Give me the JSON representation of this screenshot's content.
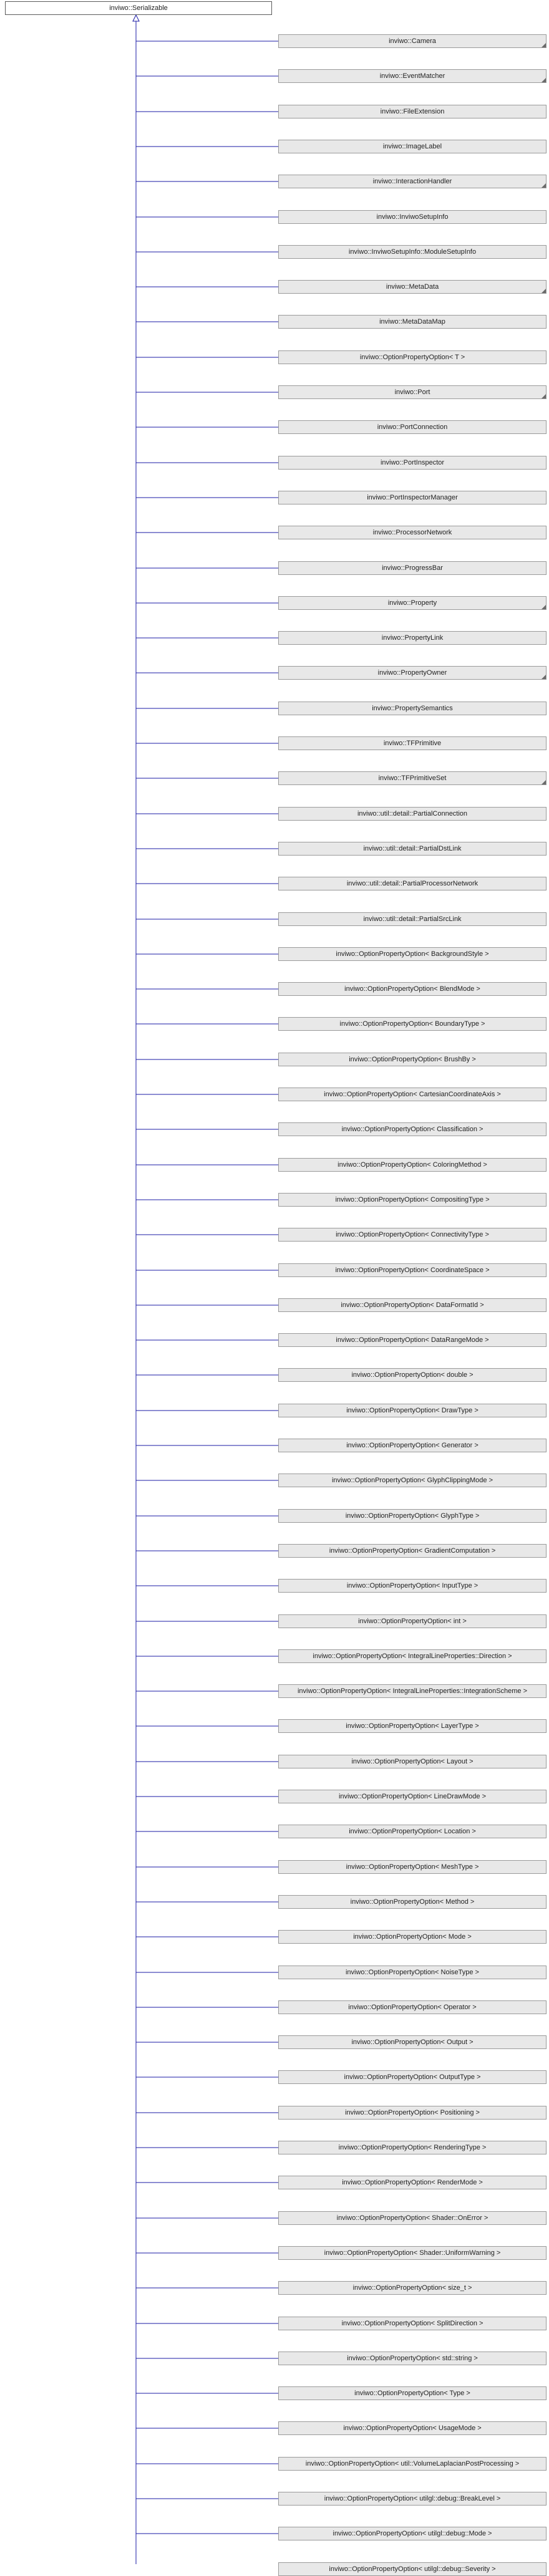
{
  "root": {
    "label": "inviwo::Serializable"
  },
  "children": [
    {
      "label": "inviwo::Camera",
      "has_children": true
    },
    {
      "label": "inviwo::EventMatcher",
      "has_children": true
    },
    {
      "label": "inviwo::FileExtension",
      "has_children": false
    },
    {
      "label": "inviwo::ImageLabel",
      "has_children": false
    },
    {
      "label": "inviwo::InteractionHandler",
      "has_children": true
    },
    {
      "label": "inviwo::InviwoSetupInfo",
      "has_children": false
    },
    {
      "label": "inviwo::InviwoSetupInfo::ModuleSetupInfo",
      "has_children": false
    },
    {
      "label": "inviwo::MetaData",
      "has_children": true
    },
    {
      "label": "inviwo::MetaDataMap",
      "has_children": false
    },
    {
      "label": "inviwo::OptionPropertyOption< T >",
      "has_children": false
    },
    {
      "label": "inviwo::Port",
      "has_children": true
    },
    {
      "label": "inviwo::PortConnection",
      "has_children": false
    },
    {
      "label": "inviwo::PortInspector",
      "has_children": false
    },
    {
      "label": "inviwo::PortInspectorManager",
      "has_children": false
    },
    {
      "label": "inviwo::ProcessorNetwork",
      "has_children": false
    },
    {
      "label": "inviwo::ProgressBar",
      "has_children": false
    },
    {
      "label": "inviwo::Property",
      "has_children": true
    },
    {
      "label": "inviwo::PropertyLink",
      "has_children": false
    },
    {
      "label": "inviwo::PropertyOwner",
      "has_children": true
    },
    {
      "label": "inviwo::PropertySemantics",
      "has_children": false
    },
    {
      "label": "inviwo::TFPrimitive",
      "has_children": false
    },
    {
      "label": "inviwo::TFPrimitiveSet",
      "has_children": true
    },
    {
      "label": "inviwo::util::detail::PartialConnection",
      "has_children": false
    },
    {
      "label": "inviwo::util::detail::PartialDstLink",
      "has_children": false
    },
    {
      "label": "inviwo::util::detail::PartialProcessorNetwork",
      "has_children": false
    },
    {
      "label": "inviwo::util::detail::PartialSrcLink",
      "has_children": false
    },
    {
      "label": "inviwo::OptionPropertyOption< BackgroundStyle >",
      "has_children": false
    },
    {
      "label": "inviwo::OptionPropertyOption< BlendMode >",
      "has_children": false
    },
    {
      "label": "inviwo::OptionPropertyOption< BoundaryType >",
      "has_children": false
    },
    {
      "label": "inviwo::OptionPropertyOption< BrushBy >",
      "has_children": false
    },
    {
      "label": "inviwo::OptionPropertyOption< CartesianCoordinateAxis >",
      "has_children": false
    },
    {
      "label": "inviwo::OptionPropertyOption< Classification >",
      "has_children": false
    },
    {
      "label": "inviwo::OptionPropertyOption< ColoringMethod >",
      "has_children": false
    },
    {
      "label": "inviwo::OptionPropertyOption< CompositingType >",
      "has_children": false
    },
    {
      "label": "inviwo::OptionPropertyOption< ConnectivityType >",
      "has_children": false
    },
    {
      "label": "inviwo::OptionPropertyOption< CoordinateSpace >",
      "has_children": false
    },
    {
      "label": "inviwo::OptionPropertyOption< DataFormatId >",
      "has_children": false
    },
    {
      "label": "inviwo::OptionPropertyOption< DataRangeMode >",
      "has_children": false
    },
    {
      "label": "inviwo::OptionPropertyOption< double >",
      "has_children": false
    },
    {
      "label": "inviwo::OptionPropertyOption< DrawType >",
      "has_children": false
    },
    {
      "label": "inviwo::OptionPropertyOption< Generator >",
      "has_children": false
    },
    {
      "label": "inviwo::OptionPropertyOption< GlyphClippingMode >",
      "has_children": false
    },
    {
      "label": "inviwo::OptionPropertyOption< GlyphType >",
      "has_children": false
    },
    {
      "label": "inviwo::OptionPropertyOption< GradientComputation >",
      "has_children": false
    },
    {
      "label": "inviwo::OptionPropertyOption< InputType >",
      "has_children": false
    },
    {
      "label": "inviwo::OptionPropertyOption< int >",
      "has_children": false
    },
    {
      "label": "inviwo::OptionPropertyOption< IntegralLineProperties::Direction >",
      "has_children": false
    },
    {
      "label": "inviwo::OptionPropertyOption< IntegralLineProperties::IntegrationScheme >",
      "has_children": false
    },
    {
      "label": "inviwo::OptionPropertyOption< LayerType >",
      "has_children": false
    },
    {
      "label": "inviwo::OptionPropertyOption< Layout >",
      "has_children": false
    },
    {
      "label": "inviwo::OptionPropertyOption< LineDrawMode >",
      "has_children": false
    },
    {
      "label": "inviwo::OptionPropertyOption< Location >",
      "has_children": false
    },
    {
      "label": "inviwo::OptionPropertyOption< MeshType >",
      "has_children": false
    },
    {
      "label": "inviwo::OptionPropertyOption< Method >",
      "has_children": false
    },
    {
      "label": "inviwo::OptionPropertyOption< Mode >",
      "has_children": false
    },
    {
      "label": "inviwo::OptionPropertyOption< NoiseType >",
      "has_children": false
    },
    {
      "label": "inviwo::OptionPropertyOption< Operator >",
      "has_children": false
    },
    {
      "label": "inviwo::OptionPropertyOption< Output >",
      "has_children": false
    },
    {
      "label": "inviwo::OptionPropertyOption< OutputType >",
      "has_children": false
    },
    {
      "label": "inviwo::OptionPropertyOption< Positioning >",
      "has_children": false
    },
    {
      "label": "inviwo::OptionPropertyOption< RenderingType >",
      "has_children": false
    },
    {
      "label": "inviwo::OptionPropertyOption< RenderMode >",
      "has_children": false
    },
    {
      "label": "inviwo::OptionPropertyOption< Shader::OnError >",
      "has_children": false
    },
    {
      "label": "inviwo::OptionPropertyOption< Shader::UniformWarning >",
      "has_children": false
    },
    {
      "label": "inviwo::OptionPropertyOption< size_t >",
      "has_children": false
    },
    {
      "label": "inviwo::OptionPropertyOption< SplitDirection >",
      "has_children": false
    },
    {
      "label": "inviwo::OptionPropertyOption< std::string >",
      "has_children": false
    },
    {
      "label": "inviwo::OptionPropertyOption< Type >",
      "has_children": false
    },
    {
      "label": "inviwo::OptionPropertyOption< UsageMode >",
      "has_children": false
    },
    {
      "label": "inviwo::OptionPropertyOption< util::VolumeLaplacianPostProcessing >",
      "has_children": false
    },
    {
      "label": "inviwo::OptionPropertyOption< utilgl::debug::BreakLevel >",
      "has_children": false
    },
    {
      "label": "inviwo::OptionPropertyOption< utilgl::debug::Mode >",
      "has_children": false
    },
    {
      "label": "inviwo::OptionPropertyOption< utilgl::debug::Severity >",
      "has_children": false
    }
  ],
  "colors": {
    "edge": "#1a1aa6",
    "node_fill": "#e8e8e8",
    "node_border": "#9a9a9a",
    "root_fill": "#ffffff"
  }
}
